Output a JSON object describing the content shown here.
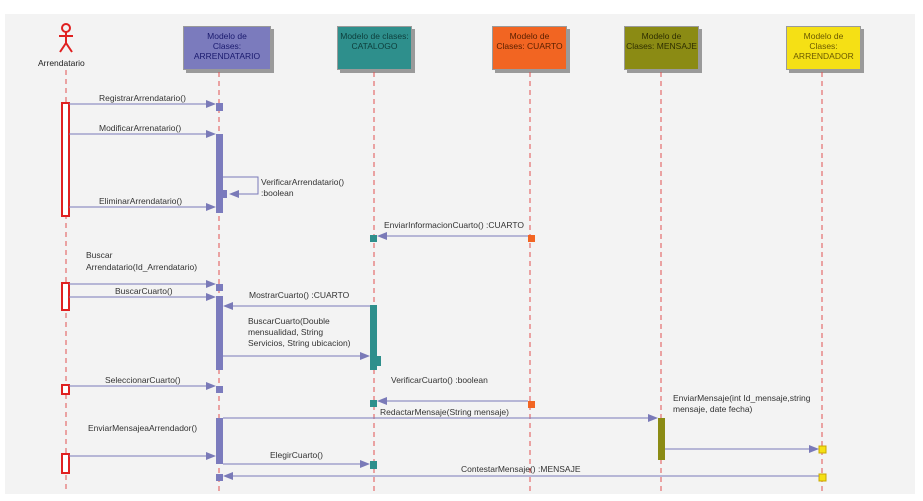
{
  "actor": {
    "name": "Arrendatario"
  },
  "lifelines": [
    {
      "label": "Modelo de\nClases:\nARRENDATARIO",
      "fill": "#7b7bbd",
      "text": "#1a1a6e"
    },
    {
      "label": "Modelo de clases:\nCATALOGO",
      "fill": "#2e8f8c",
      "text": "#0d3d3b"
    },
    {
      "label": "Modelo de\nClases: CUARTO",
      "fill": "#f26522",
      "text": "#5a2000"
    },
    {
      "label": "Modelo de\nClases: MENSAJE",
      "fill": "#8b8b14",
      "text": "#2e2e00"
    },
    {
      "label": "Modelo de\nClases:\nARRENDADOR",
      "fill": "#f5e015",
      "text": "#6b5a00"
    }
  ],
  "messages": [
    {
      "id": "registrar",
      "text": "RegistrarArrendatario()"
    },
    {
      "id": "modificar",
      "text": "ModificarArrenatario()"
    },
    {
      "id": "verificar",
      "lines": [
        "VerificarArrendatario()",
        ":boolean"
      ]
    },
    {
      "id": "eliminar",
      "text": "EliminarArrendatario()"
    },
    {
      "id": "enviarinfo",
      "text": "EnviarInformacionCuarto() :CUARTO"
    },
    {
      "id": "buscar-arr",
      "lines": [
        "Buscar",
        "Arrendatario(Id_Arrendatario)"
      ]
    },
    {
      "id": "buscarcuarto",
      "text": "BuscarCuarto()"
    },
    {
      "id": "mostrar",
      "text": "MostrarCuarto() :CUARTO"
    },
    {
      "id": "buscarparams",
      "lines": [
        "BuscarCuarto(Double",
        "mensualidad, String",
        "Servicios, String ubicacion)"
      ]
    },
    {
      "id": "seleccionar",
      "text": "SeleccionarCuarto()"
    },
    {
      "id": "verificarcuarto",
      "text": "VerificarCuarto() :boolean"
    },
    {
      "id": "redactar",
      "text": "RedactarMensaje(String mensaje)"
    },
    {
      "id": "enviarmsg",
      "lines": [
        "EnviarMensaje(int Id_mensaje,string",
        "mensaje, date fecha)"
      ]
    },
    {
      "id": "enviararr",
      "text": "EnviarMensajeaArrendador()"
    },
    {
      "id": "elegir",
      "text": "ElegirCuarto()"
    },
    {
      "id": "contestar",
      "text": "ContestarMensaje() :MENSAJE"
    }
  ],
  "colors": {
    "actor": "#e02020",
    "lifeline": "#e05050",
    "message": "#7a7ab8",
    "text": "#333333"
  }
}
